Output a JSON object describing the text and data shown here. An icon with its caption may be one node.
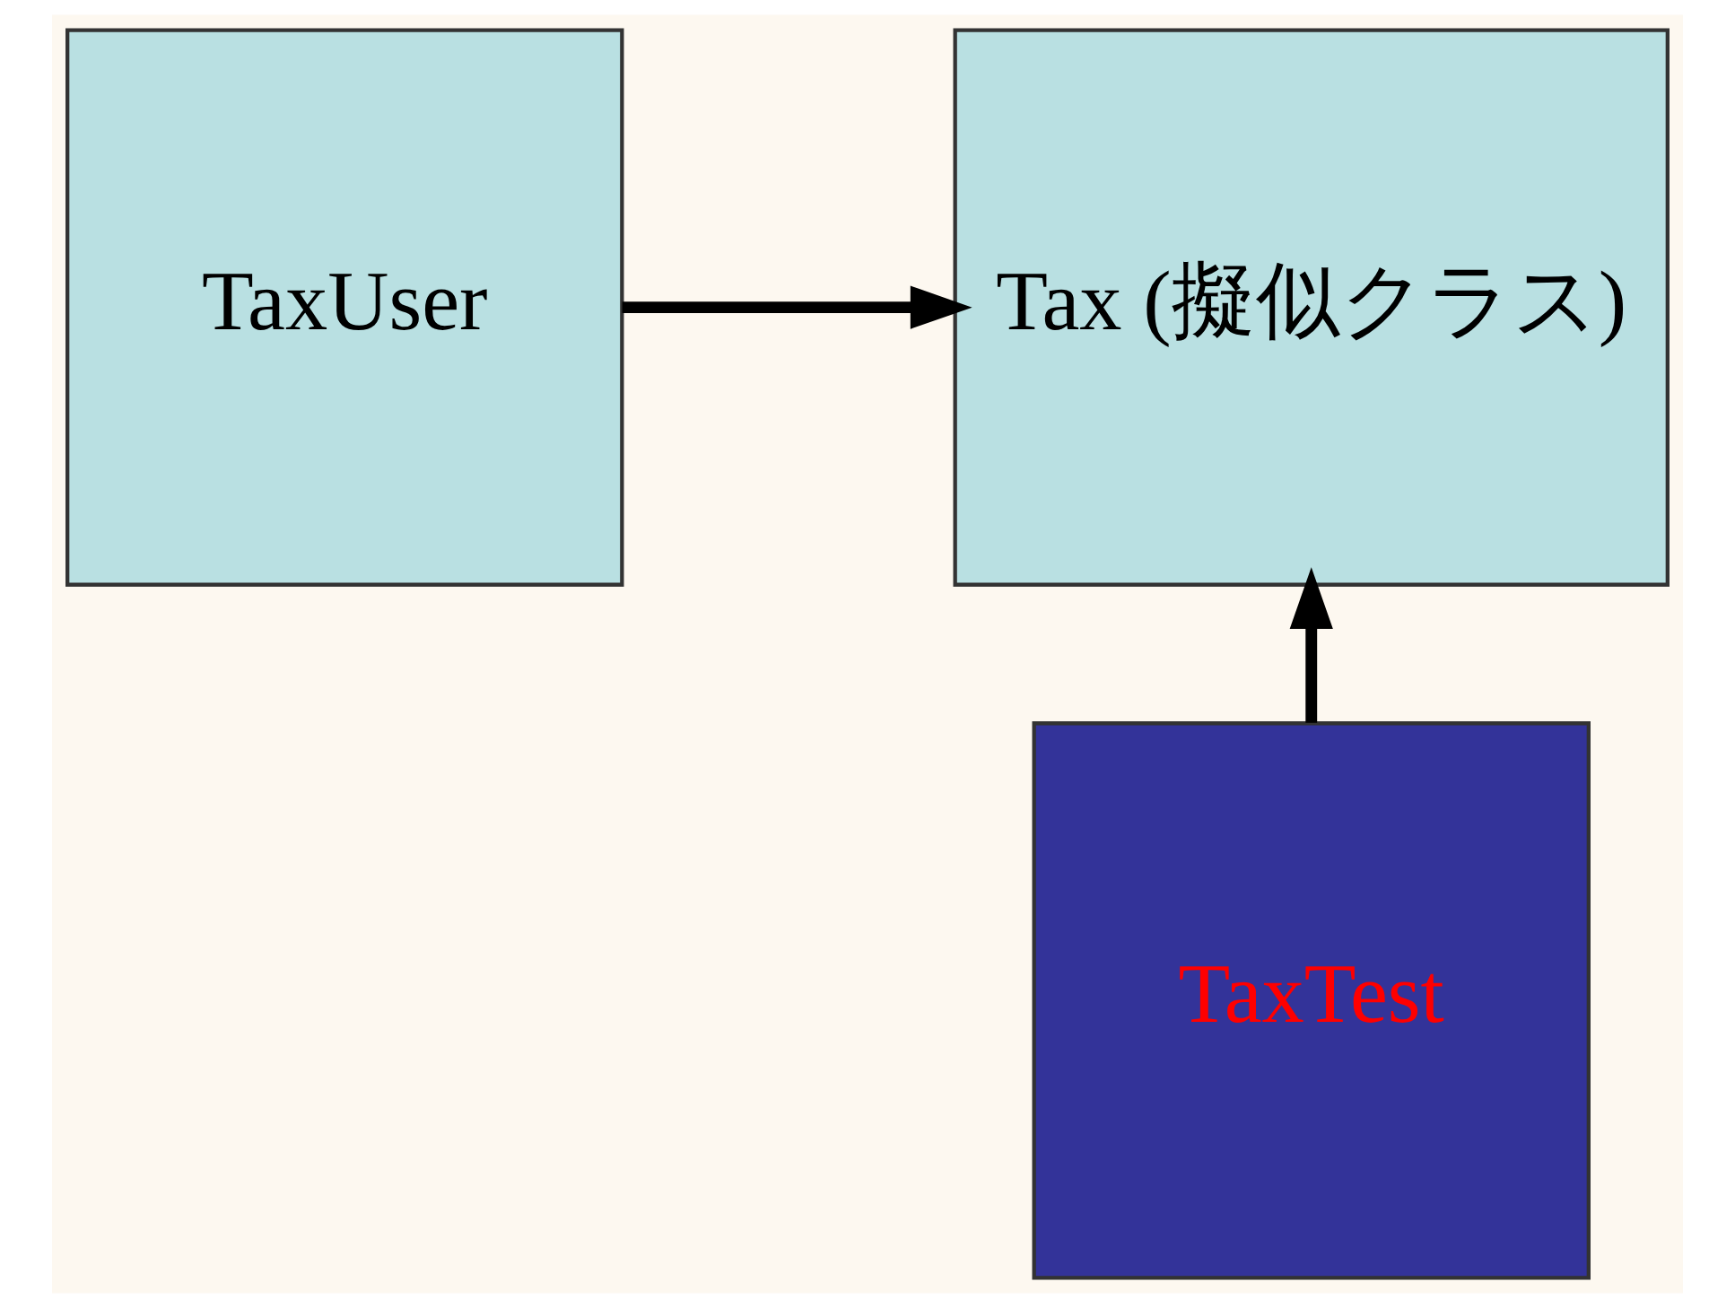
{
  "diagram": {
    "nodes": [
      {
        "text": [
          "TaxUser"
        ]
      },
      {
        "text": [
          "Tax (擬似クラス)"
        ]
      },
      {
        "text": [
          "TaxTest"
        ]
      }
    ],
    "edges": [
      {
        "from": 0,
        "to": 1,
        "arrow": "to"
      },
      {
        "from": 2,
        "to": 1,
        "arrow": "to"
      }
    ]
  }
}
